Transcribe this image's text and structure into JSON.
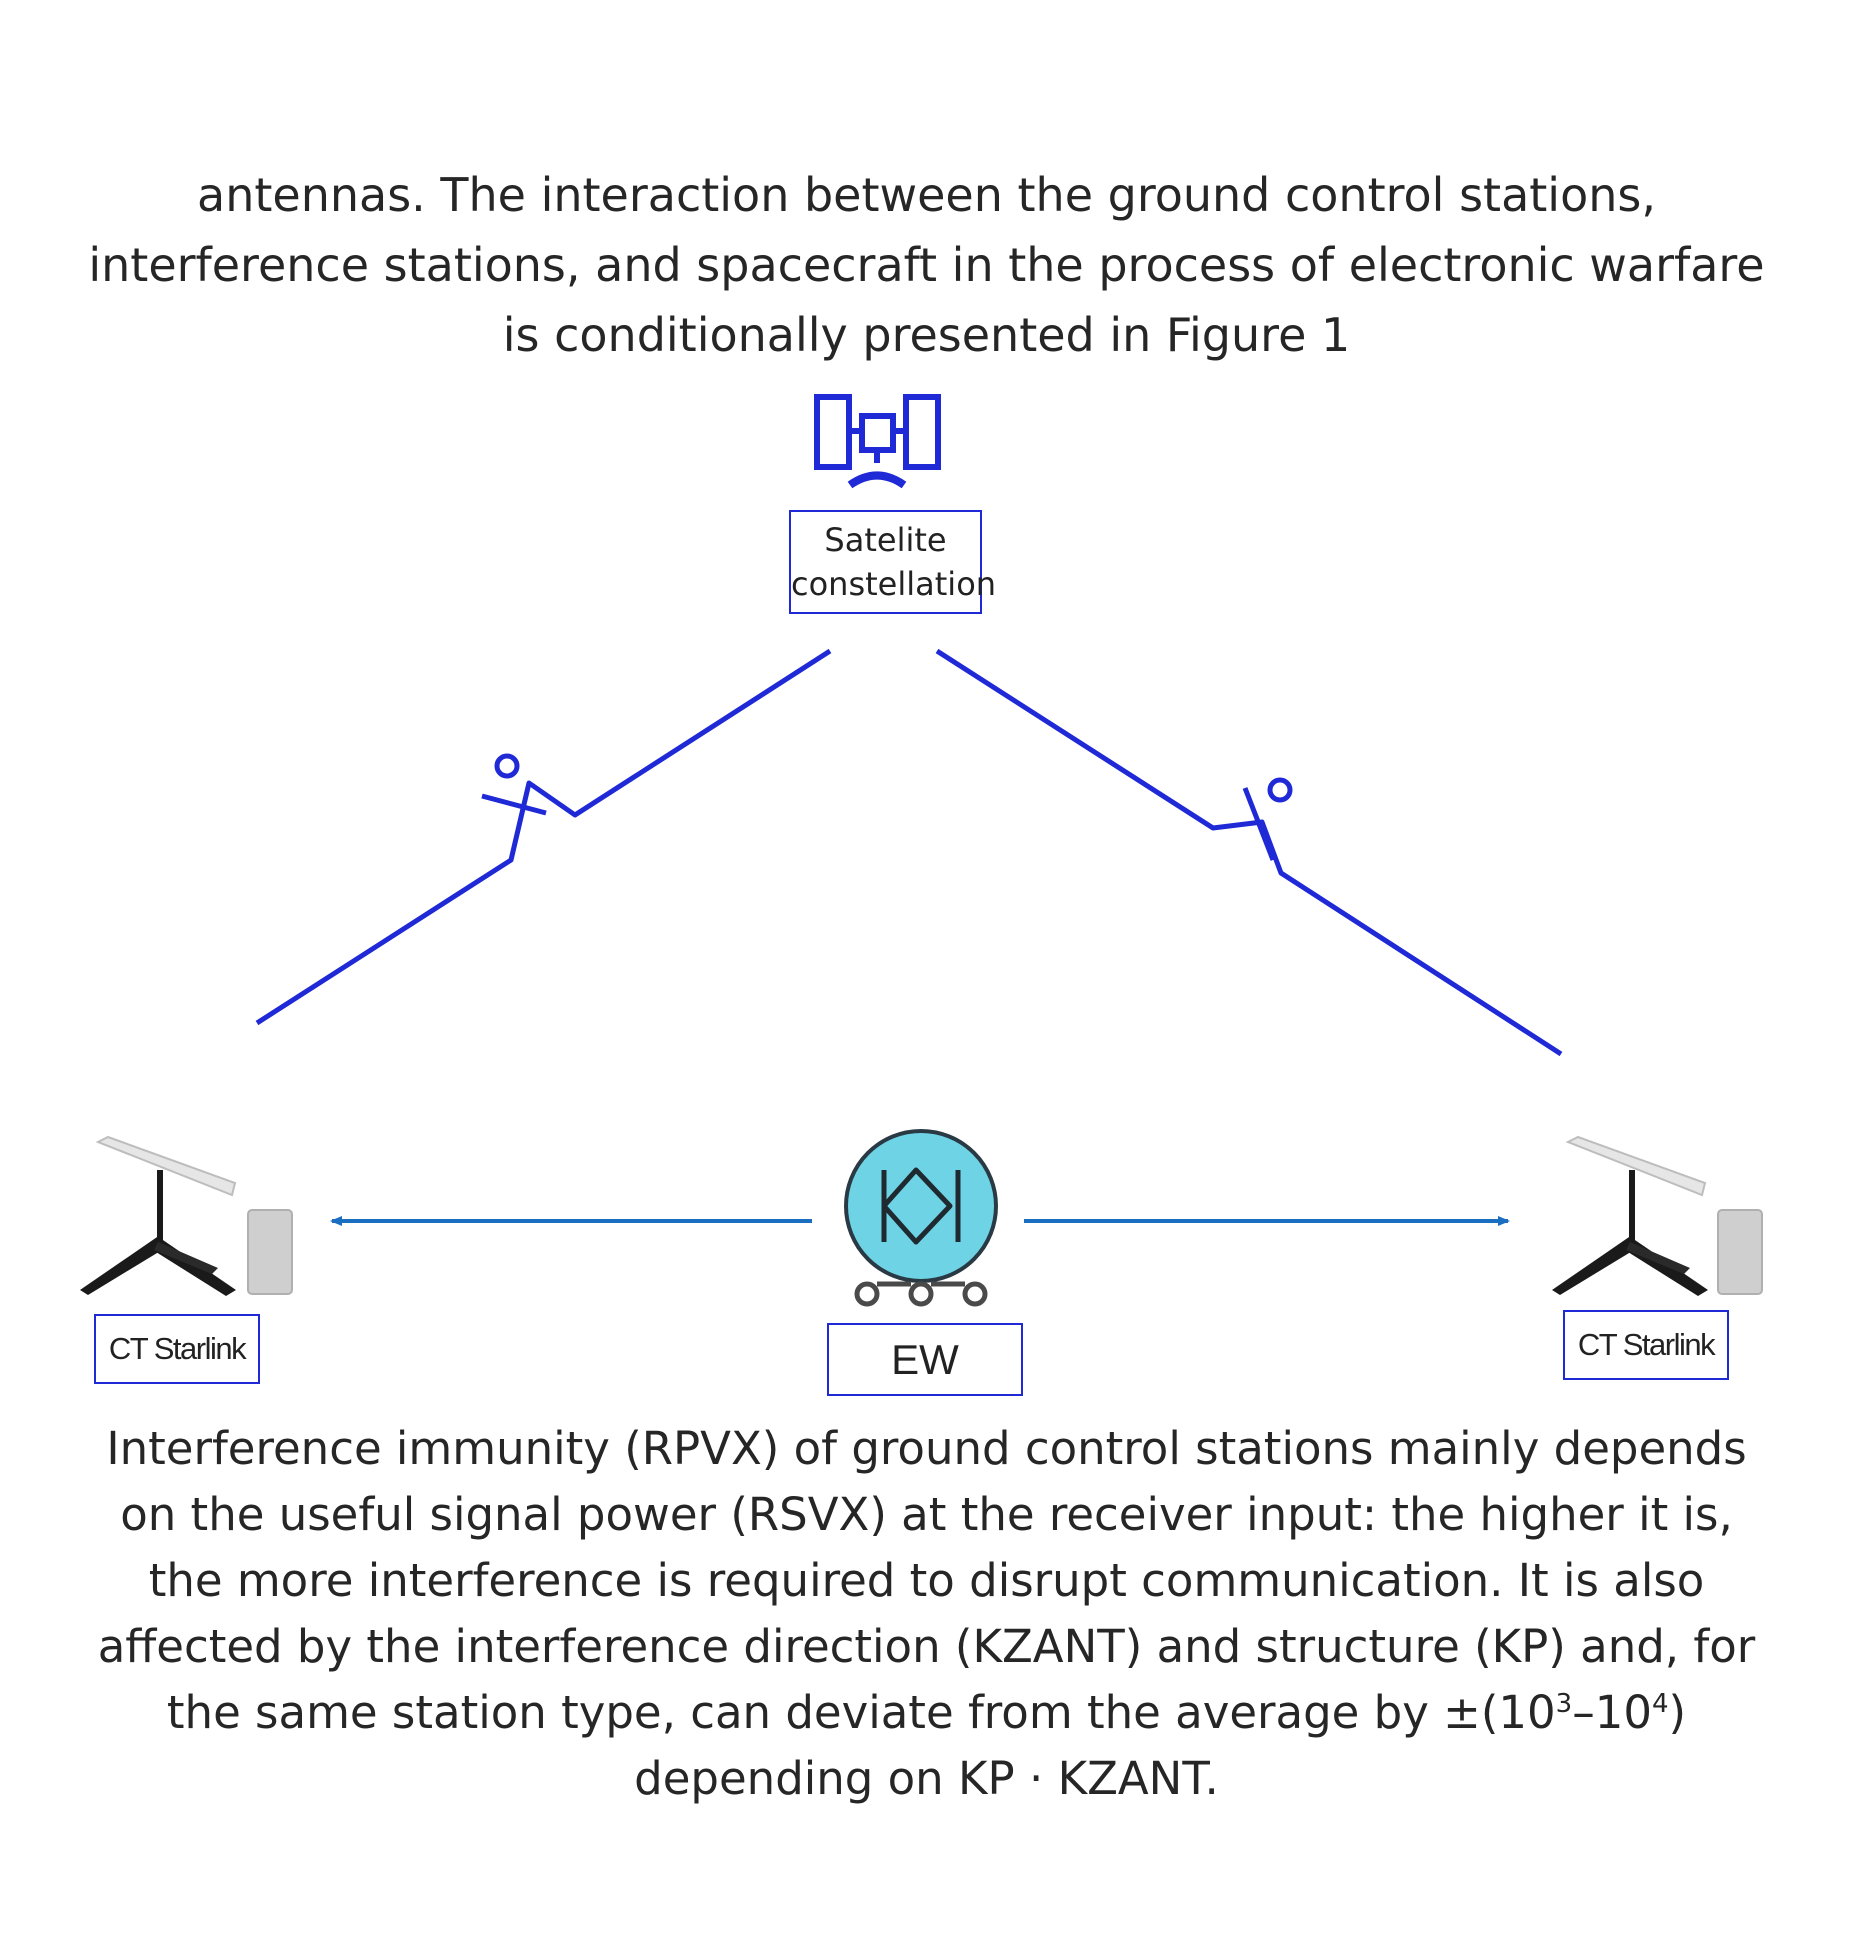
{
  "intro": {
    "lines": [
      "antennas. The interaction between the ground control stations,",
      "interference stations, and spacecraft in the process of electronic warfare",
      "is conditionally presented in Figure 1"
    ]
  },
  "diagram": {
    "satellite": {
      "label_line1": "Satelite",
      "label_line2": "constellation",
      "icon": "satellite-icon"
    },
    "station_left": {
      "label": "CT Starlink",
      "icon": "starlink-dish-icon"
    },
    "station_right": {
      "label": "CT Starlink",
      "icon": "starlink-dish-icon"
    },
    "jammer": {
      "label": "EW",
      "icon": "ew-jammer-icon"
    },
    "colors": {
      "uplink": "#1f2ad6",
      "interference_arrow": "#1a6fc0",
      "jammer_fill": "#6fd3e6",
      "box_border": "#1f2ad6"
    }
  },
  "body": {
    "line1": "Interference immunity (RPVX) of ground control stations mainly depends",
    "line2": "on the useful signal power (RSVX) at the receiver input: the higher it is,",
    "line3": "the more interference is required to disrupt communication. It is also",
    "line4": "affected by the interference direction (KZANT) and structure (KP) and, for",
    "line5_a": "the same station type, can deviate from the average by ±(10",
    "line5_exp1": "3",
    "line5_b": "–10",
    "line5_exp2": "4",
    "line5_c": ")",
    "line6": "depending on KP · KZANT."
  }
}
